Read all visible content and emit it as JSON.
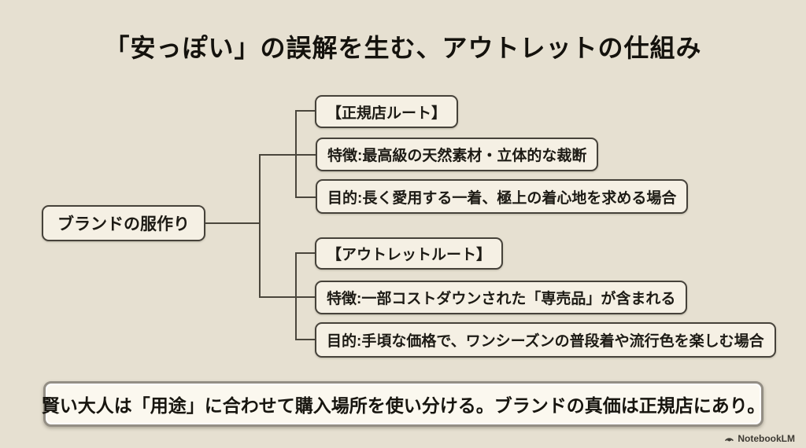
{
  "title": "「安っぽい」の誤解を生む、アウトレットの仕組み",
  "diagram": {
    "root": {
      "label": "ブランドの服作り"
    },
    "branches": [
      {
        "header": "【正規店ルート】",
        "feature": "特徴:最高級の天然素材・立体的な裁断",
        "purpose": "目的:長く愛用する一着、極上の着心地を求める場合"
      },
      {
        "header": "【アウトレットルート】",
        "feature": "特徴:一部コストダウンされた「専売品」が含まれる",
        "purpose": "目的:手頃な価格で、ワンシーズンの普段着や流行色を楽しむ場合"
      }
    ]
  },
  "conclusion": "賢い大人は「用途」に合わせて購入場所を使い分ける。ブランドの真価は正規店にあり。",
  "watermark": "NotebookLM",
  "colors": {
    "background": "#e6e0d1",
    "node_fill": "#f5f0e4",
    "node_border": "#46423a",
    "connector": "#4a463c",
    "banner_fill": "#fbf8ef",
    "banner_border": "#938e84",
    "text": "#1d1b15"
  }
}
